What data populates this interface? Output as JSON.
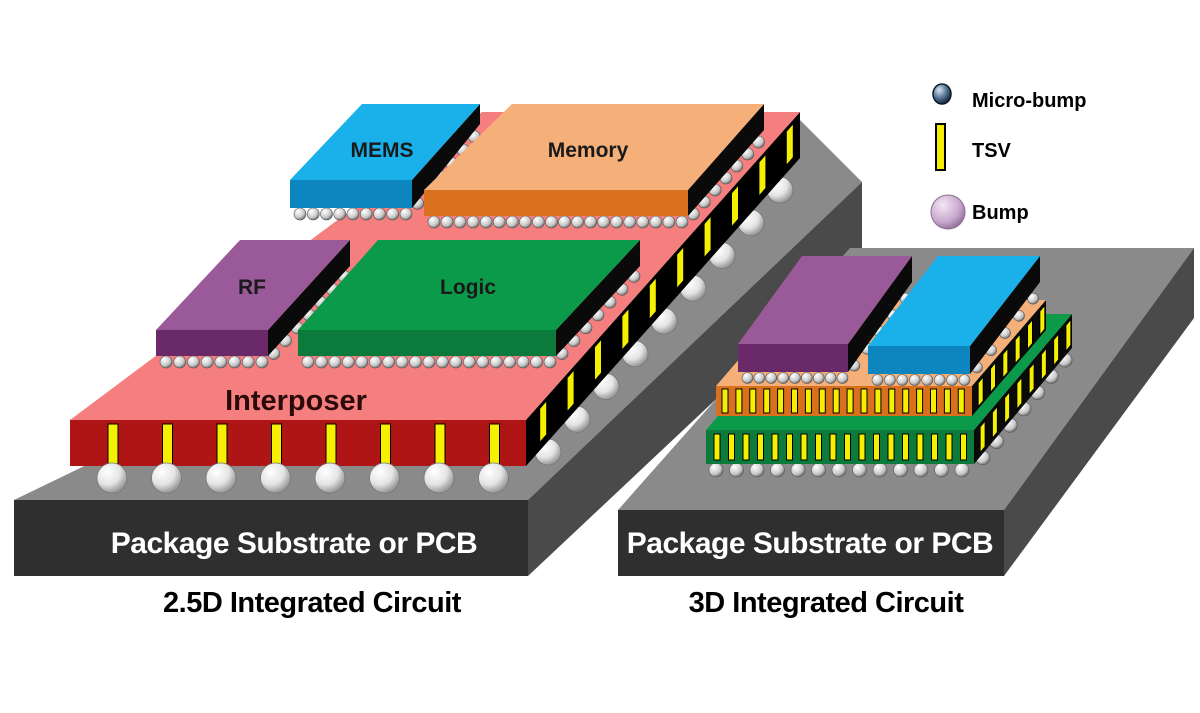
{
  "legend": {
    "micro_bump": "Micro-bump",
    "tsv": "TSV",
    "bump": "Bump"
  },
  "diagram_25d": {
    "chips": {
      "mems": "MEMS",
      "memory": "Memory",
      "rf": "RF",
      "logic": "Logic"
    },
    "interposer": "Interposer",
    "substrate": "Package Substrate or PCB",
    "caption": "2.5D Integrated Circuit"
  },
  "diagram_3d": {
    "substrate": "Package Substrate or PCB",
    "caption": "3D Integrated Circuit"
  },
  "colors": {
    "substrate_side": "#333333",
    "substrate_top": "#8a8a8a",
    "interposer_top": "#f57f7f",
    "interposer_side": "#b01515",
    "tsv": "#f5f000",
    "mems": "#1ab0ea",
    "memory": "#f5b07a",
    "rf": "#9a5a9a",
    "logic": "#0a9a4a"
  }
}
